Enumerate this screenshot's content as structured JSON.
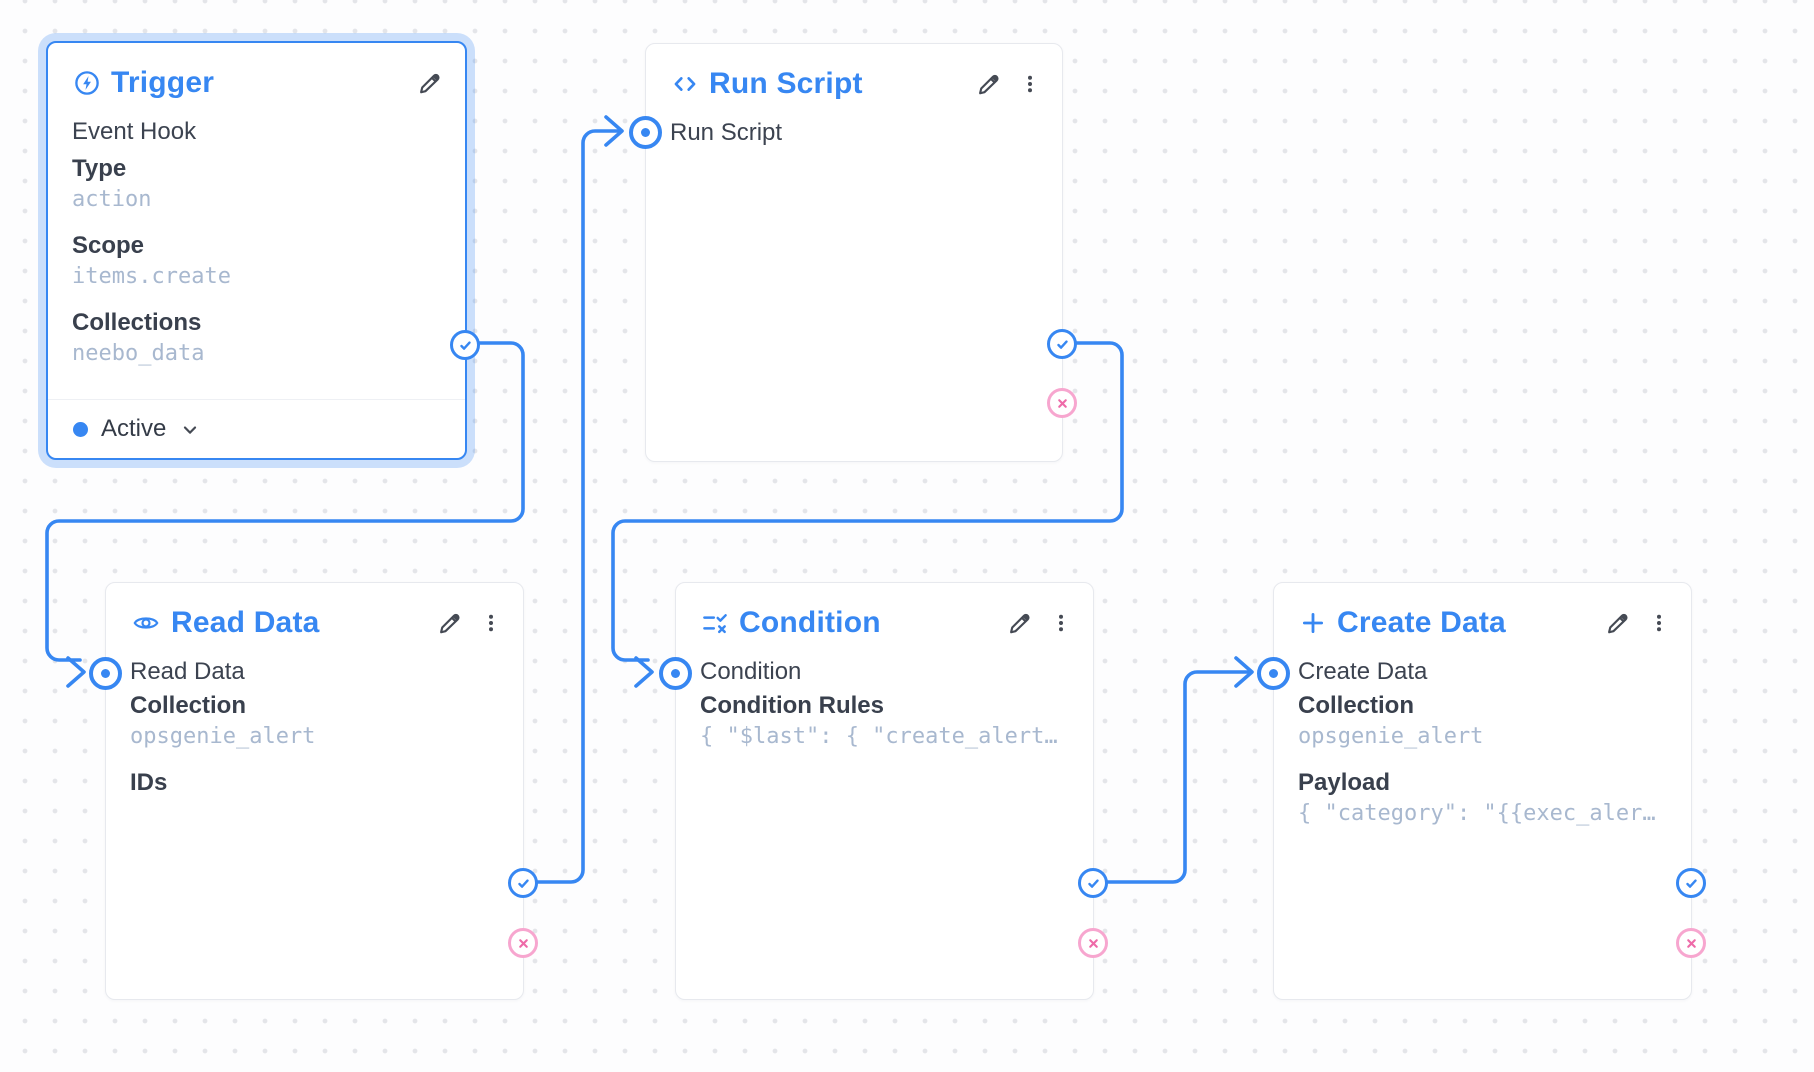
{
  "app": {
    "view": "flow-editor-canvas"
  },
  "colors": {
    "accent_blue": "#3787f2",
    "selection_glow": "#c9ddf8",
    "reject_pink": "#ee6aa8",
    "reject_pink_ring": "#f7a6cf",
    "node_border": "#e7e9ee",
    "canvas_dot": "#e4e5e9",
    "label_text": "#39404d",
    "mono_value_text": "#a8b8cf"
  },
  "nodes": {
    "trigger": {
      "title": "Trigger",
      "icon": "bolt-circle-icon",
      "subtitle": "Event Hook",
      "fields": [
        {
          "label": "Type",
          "value": "action"
        },
        {
          "label": "Scope",
          "value": "items.create"
        },
        {
          "label": "Collections",
          "value": "neebo_data"
        }
      ],
      "status": {
        "label": "Active"
      },
      "selected": true
    },
    "run_script": {
      "title": "Run Script",
      "icon": "code-icon",
      "inlet_label": "Run Script"
    },
    "read_data": {
      "title": "Read Data",
      "icon": "eye-icon",
      "inlet_label": "Read Data",
      "fields": [
        {
          "label": "Collection",
          "value": "opsgenie_alert"
        },
        {
          "label": "IDs",
          "value": ""
        }
      ]
    },
    "condition": {
      "title": "Condition",
      "icon": "rule-icon",
      "inlet_label": "Condition",
      "fields": [
        {
          "label": "Condition Rules",
          "value": "{ \"$last\": { \"create_alert…"
        }
      ]
    },
    "create_data": {
      "title": "Create Data",
      "icon": "plus-icon",
      "inlet_label": "Create Data",
      "fields": [
        {
          "label": "Collection",
          "value": "opsgenie_alert"
        },
        {
          "label": "Payload",
          "value": "{ \"category\": \"{{exec_aler…"
        }
      ]
    }
  },
  "edges": [
    {
      "from": "trigger",
      "from_port": "resolve",
      "to": "read_data"
    },
    {
      "from": "read_data",
      "from_port": "resolve",
      "to": "run_script"
    },
    {
      "from": "run_script",
      "from_port": "resolve",
      "to": "condition"
    },
    {
      "from": "condition",
      "from_port": "resolve",
      "to": "create_data"
    }
  ]
}
